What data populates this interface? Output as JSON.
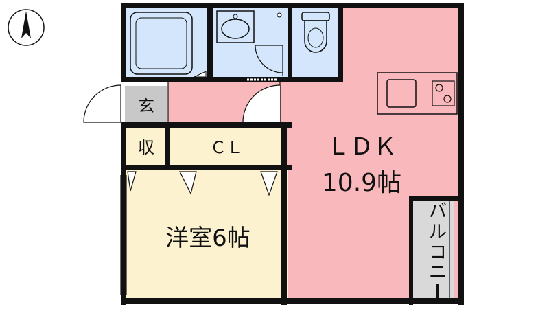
{
  "colors": {
    "ldk": "#f9b9bc",
    "western_room": "#fdf2cf",
    "wet_area": "#d4e6fb",
    "entrance": "#c8c8c8",
    "balcony": "#d9d9d9",
    "wall": "#111111"
  },
  "compass": {
    "icon": "north-arrow-icon"
  },
  "rooms": {
    "ldk": {
      "label": "ＬＤＫ",
      "size": "10.9帖"
    },
    "western": {
      "label": "洋室6帖"
    },
    "closet": {
      "label": "ＣＬ"
    },
    "storage": {
      "label": "収"
    },
    "entrance": {
      "label": "玄"
    },
    "balcony": {
      "label": "バルコニー",
      "chars": [
        "バ",
        "ル",
        "コ",
        "ニ",
        "ー"
      ]
    }
  },
  "fixtures": {
    "bathtub": "bathtub-icon",
    "washbasin": "washbasin-icon",
    "toilet": "toilet-icon",
    "kitchen_sink": "kitchen-sink-icon",
    "stove": "stove-icon"
  }
}
